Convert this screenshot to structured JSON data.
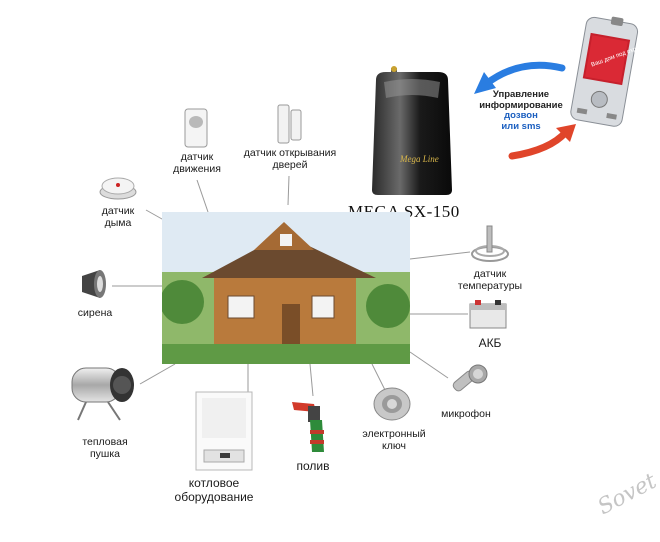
{
  "title": "MEGA SX-150",
  "management": {
    "line1": "Управление",
    "line2": "информирование",
    "line3": "дозвон",
    "line4": "или sms"
  },
  "phone_screen_text": "Ваш дом под охраной!",
  "gsm_logo_text": "Mega Line",
  "labels": {
    "motion_sensor_1": "датчик",
    "motion_sensor_2": "движения",
    "door_sensor_1": "датчик открывания",
    "door_sensor_2": "дверей",
    "smoke_sensor_1": "датчик",
    "smoke_sensor_2": "дыма",
    "siren": "сирена",
    "heat_gun_1": "тепловая",
    "heat_gun_2": "пушка",
    "boiler_1": "котловое",
    "boiler_2": "оборудование",
    "watering": "полив",
    "electronic_key_1": "электронный",
    "electronic_key_2": "ключ",
    "microphone": "микрофон",
    "battery": "АКБ",
    "temp_sensor_1": "датчик",
    "temp_sensor_2": "температуры"
  },
  "watermark": "Sovet",
  "colors": {
    "arrow_blue": "#2a7de1",
    "arrow_red": "#e0452a",
    "mgmt_blue": "#1b5fc0"
  }
}
